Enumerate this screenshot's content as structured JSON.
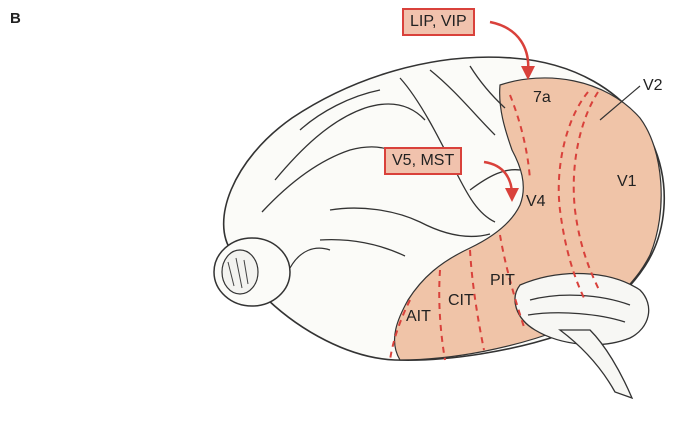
{
  "figure": {
    "panel_letter": "B"
  },
  "callouts": {
    "parietal": "LIP, VIP",
    "temporal": "V5, MST"
  },
  "areas": {
    "a7a": "7a",
    "v2": "V2",
    "v1": "V1",
    "v4": "V4",
    "pit": "PIT",
    "cit": "CIT",
    "ait": "AIT"
  },
  "colors": {
    "highlight_fill": "#f0c4a8",
    "callout_fill": "#f1c2ad",
    "border_red": "#d9413b",
    "ink": "#333333"
  }
}
